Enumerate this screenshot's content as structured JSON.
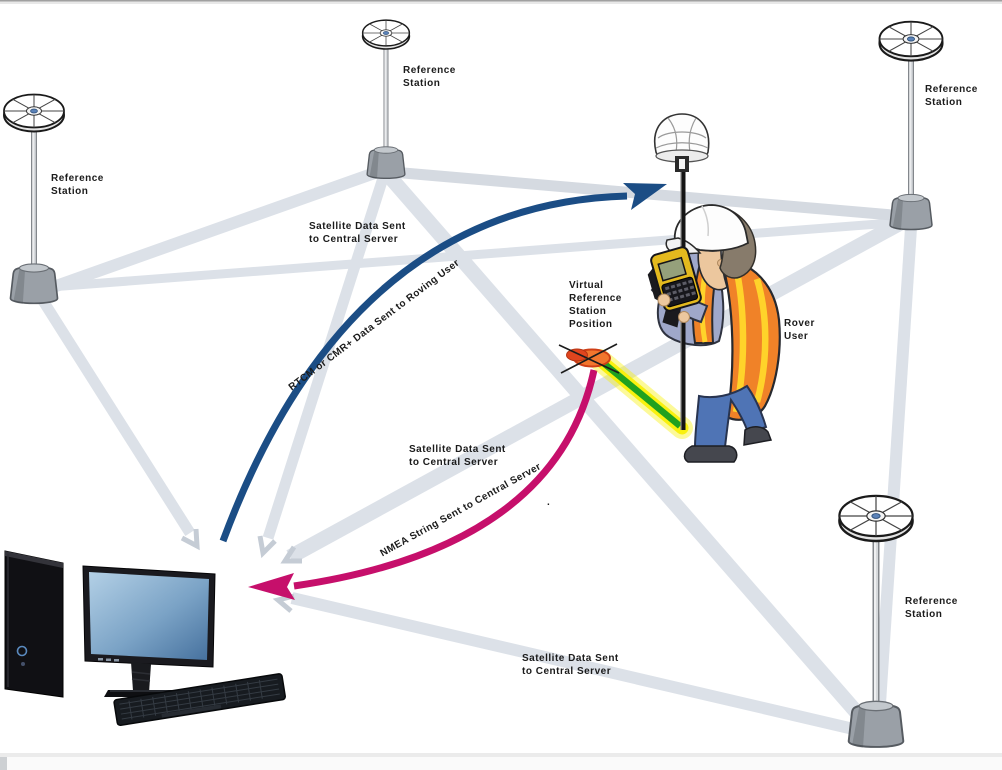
{
  "labels": {
    "ref_tl": "Reference\nStation",
    "ref_tm": "Reference\nStation",
    "ref_tr": "Reference\nStation",
    "ref_br": "Reference\nStation",
    "sat_top": "Satellite Data Sent\nto Central Server",
    "sat_mid": "Satellite Data Sent\nto Central Server",
    "sat_bottom": "Satellite Data Sent\nto Central Server",
    "rtcm_arrow": "RTCM or CMR+ Data Sent to Roving User",
    "nmea_arrow": "NMEA String Sent to Central Server",
    "vrs_position": "Virtual\nReference\nStation\nPosition",
    "rover_user": "Rover\nUser",
    "stray_mark": "."
  },
  "colors": {
    "rtcm_arrow_blue": "#1b4d85",
    "nmea_arrow_magenta": "#c60f6b",
    "network_beam_gray": "#dce1e8",
    "vrs_marker_orange": "#f2762d",
    "vrs_marker_red": "#e0451e",
    "range_bar_green": "#1fa11f",
    "range_bar_glow_yellow": "#f8f000",
    "vest_orange": "#f08228",
    "vest_stripe_yellow": "#ffd32a",
    "label_text": "#1b1b1b"
  }
}
